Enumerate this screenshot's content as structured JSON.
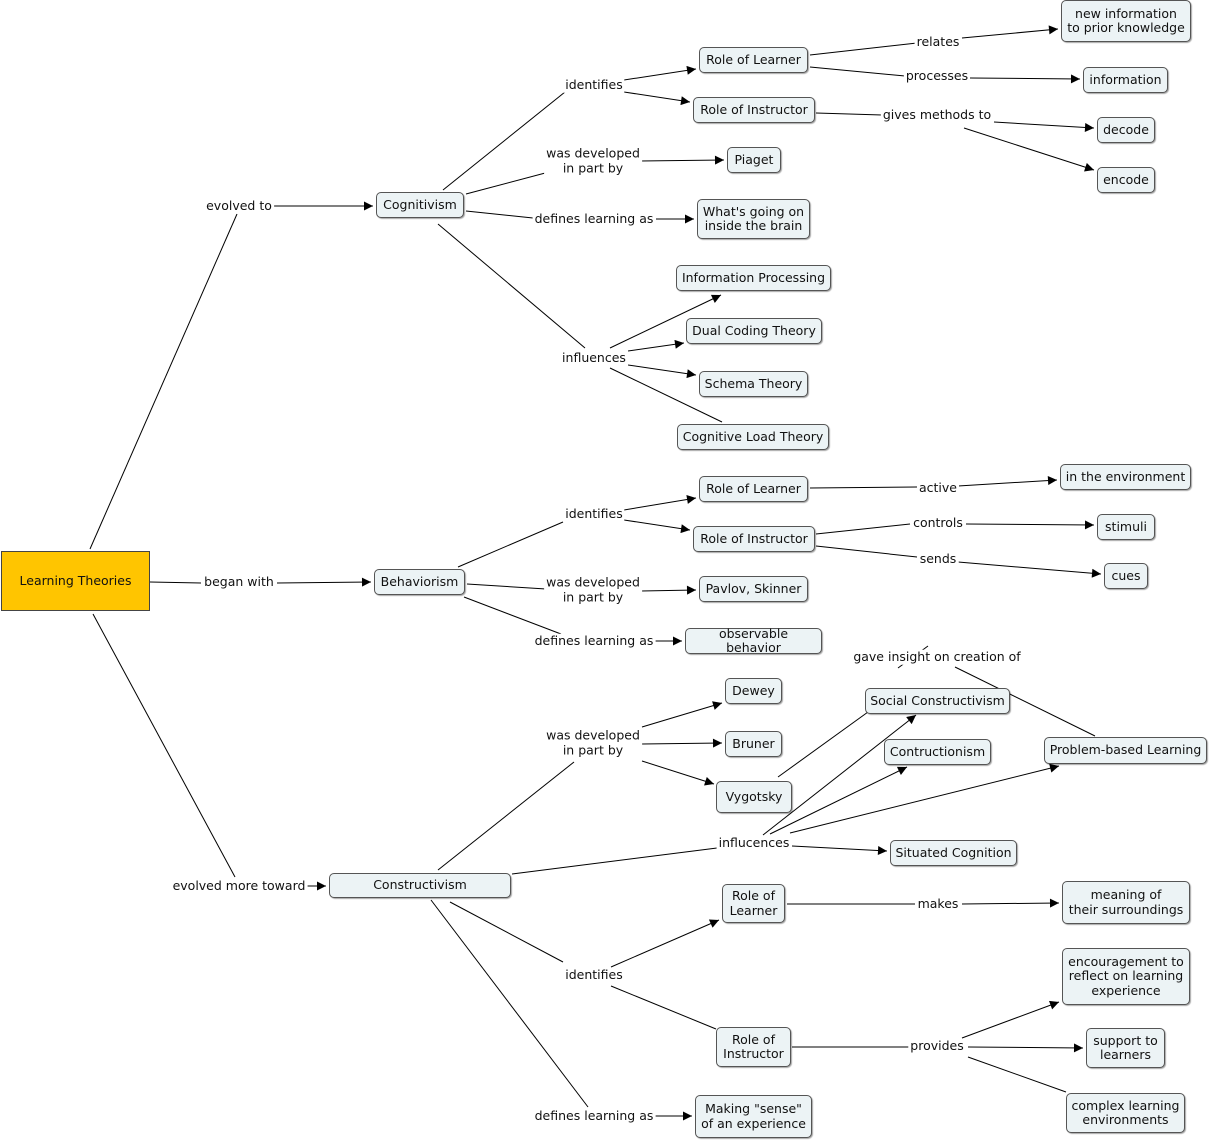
{
  "nodes": {
    "learning_theories": "Learning Theories",
    "cognitivism": "Cognitivism",
    "cog_role_learner": "Role of Learner",
    "cog_role_instructor": "Role of Instructor",
    "new_info": "new information\nto prior knowledge",
    "information": "information",
    "decode": "decode",
    "encode": "encode",
    "piaget": "Piaget",
    "inside_brain": "What's going on\ninside the brain",
    "info_processing": "Information Processing",
    "dual_coding": "Dual Coding Theory",
    "schema_theory": "Schema Theory",
    "cognitive_load": "Cognitive Load Theory",
    "behaviorism": "Behaviorism",
    "beh_role_learner": "Role of Learner",
    "beh_role_instructor": "Role of Instructor",
    "in_environment": "in the environment",
    "stimuli": "stimuli",
    "cues": "cues",
    "pavlov_skinner": "Pavlov, Skinner",
    "observable_behavior": "observable behavior",
    "dewey": "Dewey",
    "bruner": "Bruner",
    "vygotsky": "Vygotsky",
    "social_constructivism": "Social Constructivism",
    "contructionism": "Contructionism",
    "problem_based": "Problem-based Learning",
    "situated_cognition": "Situated Cognition",
    "constructivism": "Constructivism",
    "con_role_learner": "Role of\nLearner",
    "meaning_surroundings": "meaning of\ntheir surroundings",
    "encouragement": "encouragement to\nreflect on learning\nexperience",
    "support_learners": "support to\nlearners",
    "complex_env": "complex learning\nenvironments",
    "con_role_instructor": "Role of\nInstructor",
    "making_sense": "Making \"sense\"\nof an experience"
  },
  "links": {
    "evolved_to": "evolved to",
    "began_with": "began with",
    "evolved_more_toward": "evolved more toward",
    "cog_identifies": "identifies",
    "relates": "relates",
    "processes": "processes",
    "gives_methods_to": "gives methods to",
    "cog_developed": "was developed\nin part by",
    "cog_defines": "defines learning as",
    "cog_influences": "influences",
    "beh_identifies": "identifies",
    "active": "active",
    "controls": "controls",
    "sends": "sends",
    "beh_developed": "was developed\nin part by",
    "beh_defines": "defines learning as",
    "gave_insight": "gave insight on creation of",
    "con_developed": "was developed\nin part by",
    "influcences": "influcences",
    "makes": "makes",
    "con_identifies": "identifies",
    "provides": "provides",
    "con_defines": "defines learning as"
  },
  "colors": {
    "root_fill": "#ffc500",
    "node_fill": "#ecf3f5",
    "line": "#000000"
  }
}
